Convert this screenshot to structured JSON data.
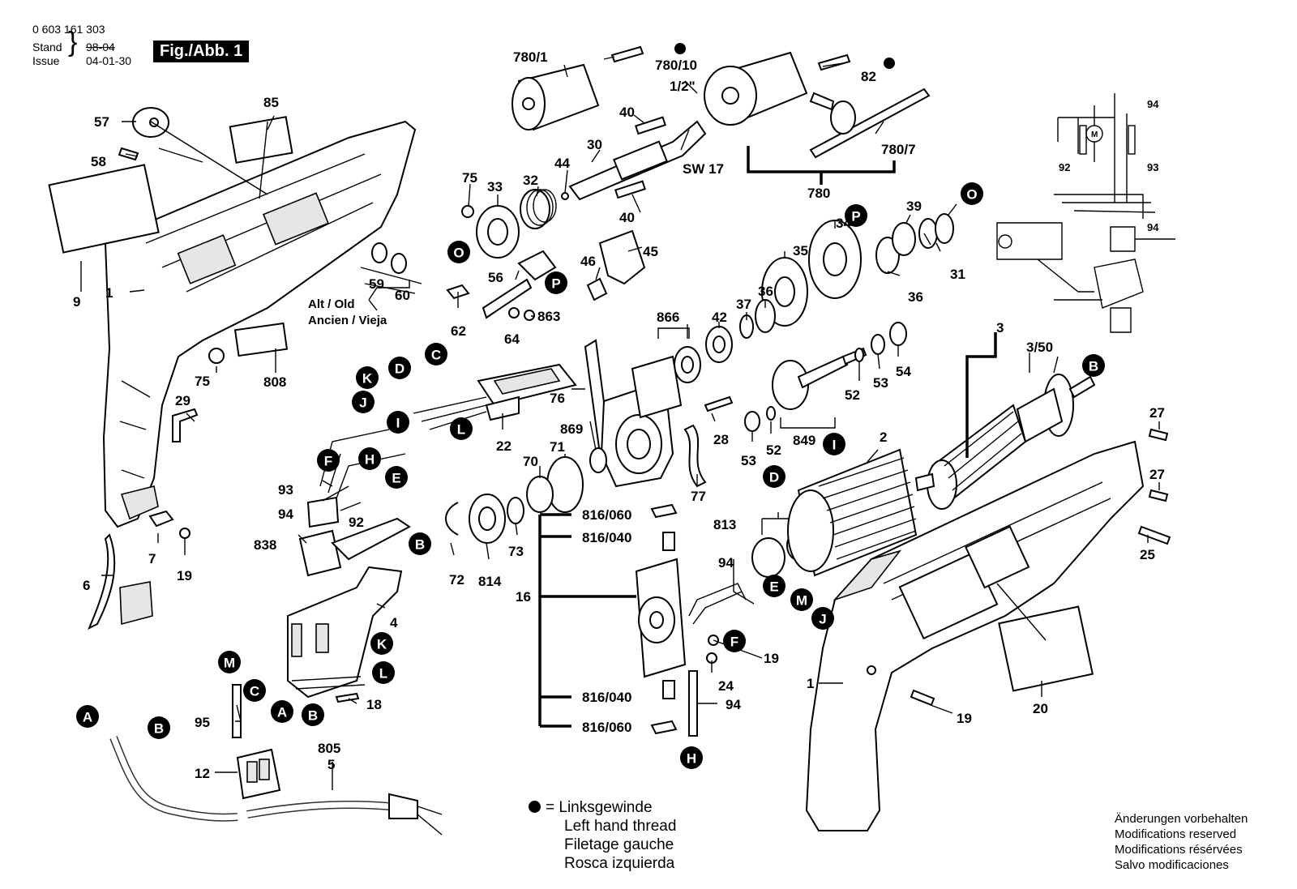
{
  "header": {
    "part_number": "0 603 161 303",
    "stand_label": "Stand",
    "stand_value": "98-04",
    "issue_label": "Issue",
    "issue_value": "04-01-30",
    "figure_label": "Fig./Abb. 1"
  },
  "labels": {
    "l57": "57",
    "l58": "58",
    "l85": "85",
    "l9": "9",
    "l1a": "1",
    "l75a": "75",
    "l29": "29",
    "l808": "808",
    "l59": "59",
    "l60": "60",
    "alt_old": "Alt / Old",
    "ancien": "Ancien / Vieja",
    "l62": "62",
    "l7": "7",
    "l19a": "19",
    "l6": "6",
    "l780_1": "780/1",
    "l780_10": "780/10",
    "l1_2": "1/2\"",
    "l82": "82",
    "l780_7": "780/7",
    "l780": "780",
    "l40a": "40",
    "l40b": "40",
    "l30": "30",
    "lsw17": "SW 17",
    "l44": "44",
    "l32": "32",
    "l33": "33",
    "l75b": "75",
    "l56": "56",
    "l64": "64",
    "l863": "863",
    "l46": "46",
    "l45": "45",
    "l866": "866",
    "l42": "42",
    "l37": "37",
    "l36a": "36",
    "l35": "35",
    "l34": "34",
    "l39": "39",
    "l36b": "36",
    "l31": "31",
    "l76": "76",
    "l22": "22",
    "l28": "28",
    "l869": "869",
    "l53a": "53",
    "l52a": "52",
    "l849": "849",
    "l52b": "52",
    "l53b": "53",
    "l54": "54",
    "l70": "70",
    "l71": "71",
    "l77": "77",
    "l72": "72",
    "l814": "814",
    "l73": "73",
    "l93a": "93",
    "l94a": "94",
    "l92a": "92",
    "l838": "838",
    "l4": "4",
    "l95": "95",
    "l18": "18",
    "l12": "12",
    "l805": "805",
    "l5": "5",
    "l816_060a": "816/060",
    "l816_040a": "816/040",
    "l16": "16",
    "l816_040b": "816/040",
    "l816_060b": "816/060",
    "l813": "813",
    "l94b": "94",
    "l19b": "19",
    "l24": "24",
    "l94c": "94",
    "l2": "2",
    "l3": "3",
    "l3_50": "3/50",
    "l27a": "27",
    "l27b": "27",
    "l25": "25",
    "l1b": "1",
    "l19c": "19",
    "l20": "20",
    "l94w": "94",
    "l92w": "92",
    "l93w": "93",
    "l94x": "94",
    "lM": "M"
  },
  "markers": {
    "O1": "O",
    "P1": "P",
    "O2": "O",
    "P2": "P",
    "B1": "B",
    "K1": "K",
    "D1": "D",
    "C1": "C",
    "J1": "J",
    "L1": "L",
    "I1": "I",
    "F1": "F",
    "H1": "H",
    "E1": "E",
    "B2": "B",
    "K2": "K",
    "L2": "L",
    "M1": "M",
    "C2": "C",
    "A1": "A",
    "B3": "B",
    "A2": "A",
    "B4": "B",
    "D2": "D",
    "I2": "I",
    "E2": "E",
    "M2": "M",
    "J2": "J",
    "F2": "F",
    "H2": "H"
  },
  "legend": {
    "linksgewinde": "= Linksgewinde",
    "left_hand": "Left hand thread",
    "filetage": "Filetage gauche",
    "rosca": "Rosca izquierda"
  },
  "modifications": {
    "de": "Änderungen vorbehalten",
    "en": "Modifications reserved",
    "fr": "Modifications résérvées",
    "es": "Salvo modificaciones"
  }
}
